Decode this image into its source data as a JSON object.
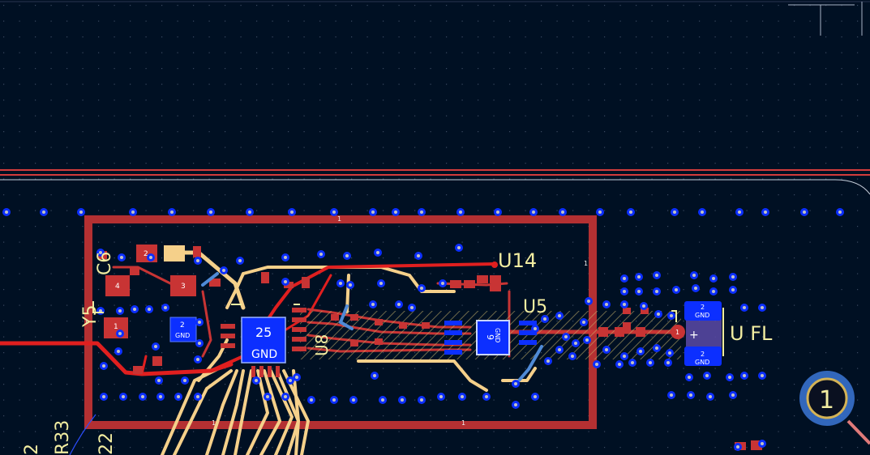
{
  "colors": {
    "background": "#001023",
    "front_copper": "#c83434",
    "front_track": "#e01f1f",
    "back_copper": "#f5d08a",
    "via": "#0c2fff",
    "via_hole": "#c2c2c2",
    "silkscreen": "#f2eda1",
    "selection": "#3b77d6",
    "edge_cuts": "#d23c3c"
  },
  "designators": {
    "c6": "C6",
    "y5": "Y5",
    "u14": "U14",
    "u5": "U5",
    "u_fl": "U FL",
    "r33": "R33",
    "r22": "22",
    "r2": "2",
    "u8": "U8"
  },
  "pads": {
    "y5_pad1": "1",
    "y5_pad2": "2",
    "y5_pad3": "3",
    "y5_pad4": "4",
    "gnd_pad_num": "2",
    "gnd_pad_net": "GND",
    "u25_num": "25",
    "u25_net": "GND",
    "u5_num": "9",
    "u5_net": "GND",
    "ufl_top_num": "2",
    "ufl_top_net": "GND",
    "ufl_bot_num": "2",
    "ufl_bot_net": "GND",
    "ufl_signal": "1"
  },
  "zone_labels": [
    "1",
    "1",
    "1",
    "1",
    "1"
  ],
  "marker": {
    "number": "1"
  }
}
